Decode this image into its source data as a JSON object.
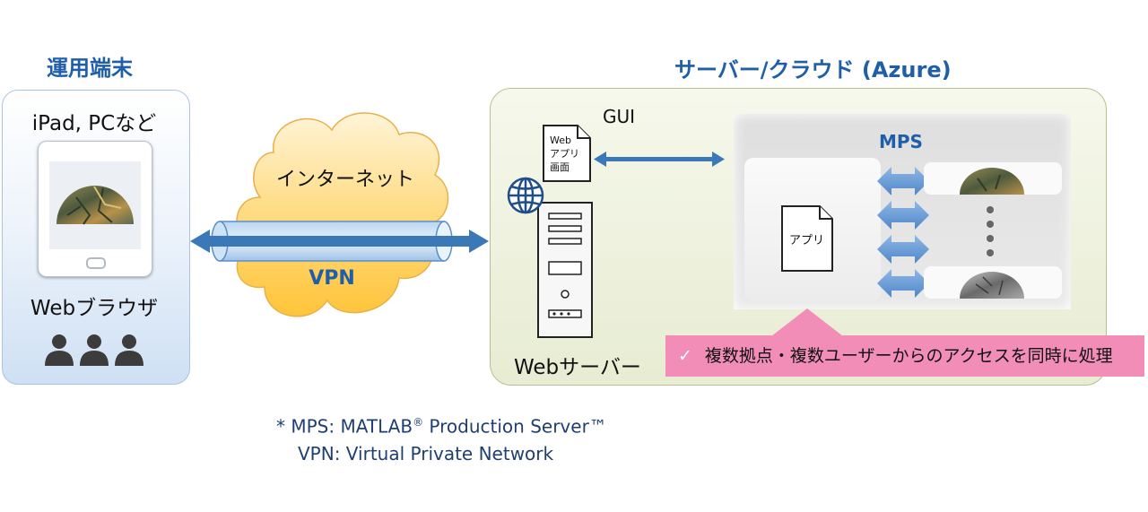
{
  "client": {
    "title": "運用端末",
    "devices_label": "iPad, PCなど",
    "browser_label": "Webブラウザ"
  },
  "network": {
    "cloud_label": "インターネット",
    "tunnel_label": "VPN"
  },
  "server": {
    "title": "サーバー/クラウド (Azure)",
    "gui_label": "GUI",
    "web_doc_lines": [
      "Web",
      "アプリ",
      "画面"
    ],
    "web_server_label": "Webサーバー",
    "mps_label": "MPS",
    "app_label": "アプリ",
    "benefit_check": "✓",
    "benefit": "複数拠点・複数ユーザーからのアクセスを同時に処理"
  },
  "footnote": {
    "mps_prefix": "* MPS: MATLAB",
    "mps_reg": "®",
    "mps_suffix": " Production Server™",
    "vpn": "VPN: Virtual Private Network"
  },
  "colors": {
    "heading_blue": "#1f5ea8",
    "arrow_blue": "#3a78b8",
    "banner_pink": "#f28db8",
    "cloud_top": "#fff4d8",
    "cloud_bottom": "#ffc43a",
    "server_panel": "#e7ecd2",
    "user_icon": "#3c3c3c"
  },
  "icons": {
    "globe": "globe-icon",
    "user": "user-icon",
    "document": "document-icon",
    "tower": "server-tower-icon"
  }
}
